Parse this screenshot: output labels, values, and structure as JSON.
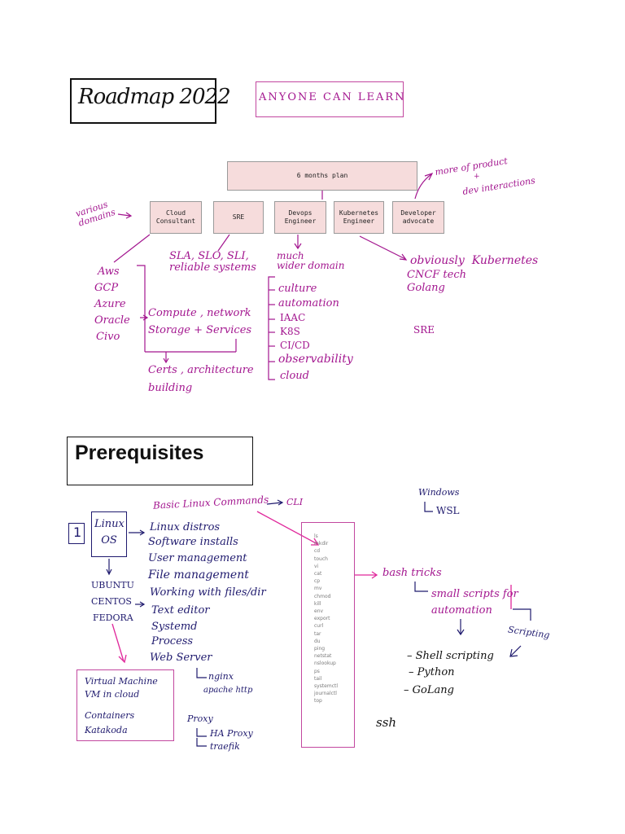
{
  "title": "Roadmap 2022",
  "tagline": "ANYONE CAN LEARN",
  "plan": "6 months plan",
  "roles": [
    {
      "id": "cloud",
      "label": "Cloud\nConsultant"
    },
    {
      "id": "sre",
      "label": "SRE"
    },
    {
      "id": "devops",
      "label": "Devops\nEngineer"
    },
    {
      "id": "k8s",
      "label": "Kubernetes\nEngineer"
    },
    {
      "id": "advocate",
      "label": "Developer\nadvocate"
    }
  ],
  "notes": {
    "various_domains": "various\ndomains",
    "more_of_product": "more of product",
    "plus": "+",
    "dev_interactions": "dev interactions",
    "sla": "SLA, SLO, SLI,\nreliable systems",
    "much_wider": "much\nwider domain",
    "obviously": "obviously  Kubernetes",
    "cncf": "CNCF tech",
    "golang": "Golang",
    "sre": "SRE",
    "compute": "Compute , network\nStorage + Services",
    "certs": "Certs , architecture\nbuilding"
  },
  "clouds": [
    "Aws",
    "GCP",
    "Azure",
    "Oracle",
    "Civo"
  ],
  "devops_items": [
    "culture",
    "automation",
    "IAAC",
    "K8S",
    "CI/CD",
    "observability",
    "cloud"
  ],
  "prereq_title": "Prerequisites",
  "step": "1",
  "linux": "Linux\nOS",
  "basic_commands": "Basic Linux Commands",
  "cli": "CLI",
  "windows": "Windows",
  "wsl": "WSL",
  "distros": [
    "UBUNTU",
    "CENTOS",
    "FEDORA"
  ],
  "linux_topics": [
    "Linux distros",
    "Software installs",
    "User management",
    "File management",
    "Working with files/dir",
    "Text editor",
    "Systemd",
    "Process",
    "Web Server"
  ],
  "webserver": [
    "nginx",
    "apache http"
  ],
  "proxy": [
    "Proxy",
    "HA Proxy",
    "traefik"
  ],
  "vm": [
    "Virtual Machine",
    "VM in cloud",
    "Containers",
    "Katakoda"
  ],
  "commands": [
    "ls",
    "mkdir",
    "cd",
    "touch",
    "vi",
    "cat",
    "cp",
    "mv",
    "chmod",
    "kill",
    "env",
    "export",
    "curl",
    "tar",
    "du",
    "ping",
    "netstat",
    "nslookup",
    "ps",
    "tail",
    "systemctl",
    "journalctl",
    "top"
  ],
  "bash": "bash tricks",
  "small_scripts": "small scripts for\nautomation",
  "scripting": "Scripting",
  "languages": [
    "Shell scripting",
    "Python",
    "GoLang"
  ],
  "ssh": "ssh",
  "colors": {
    "magenta": "#a3168f",
    "navy": "#1f1a6e",
    "node_fill": "#f6dcdc",
    "pink_border": "#c2479f"
  }
}
